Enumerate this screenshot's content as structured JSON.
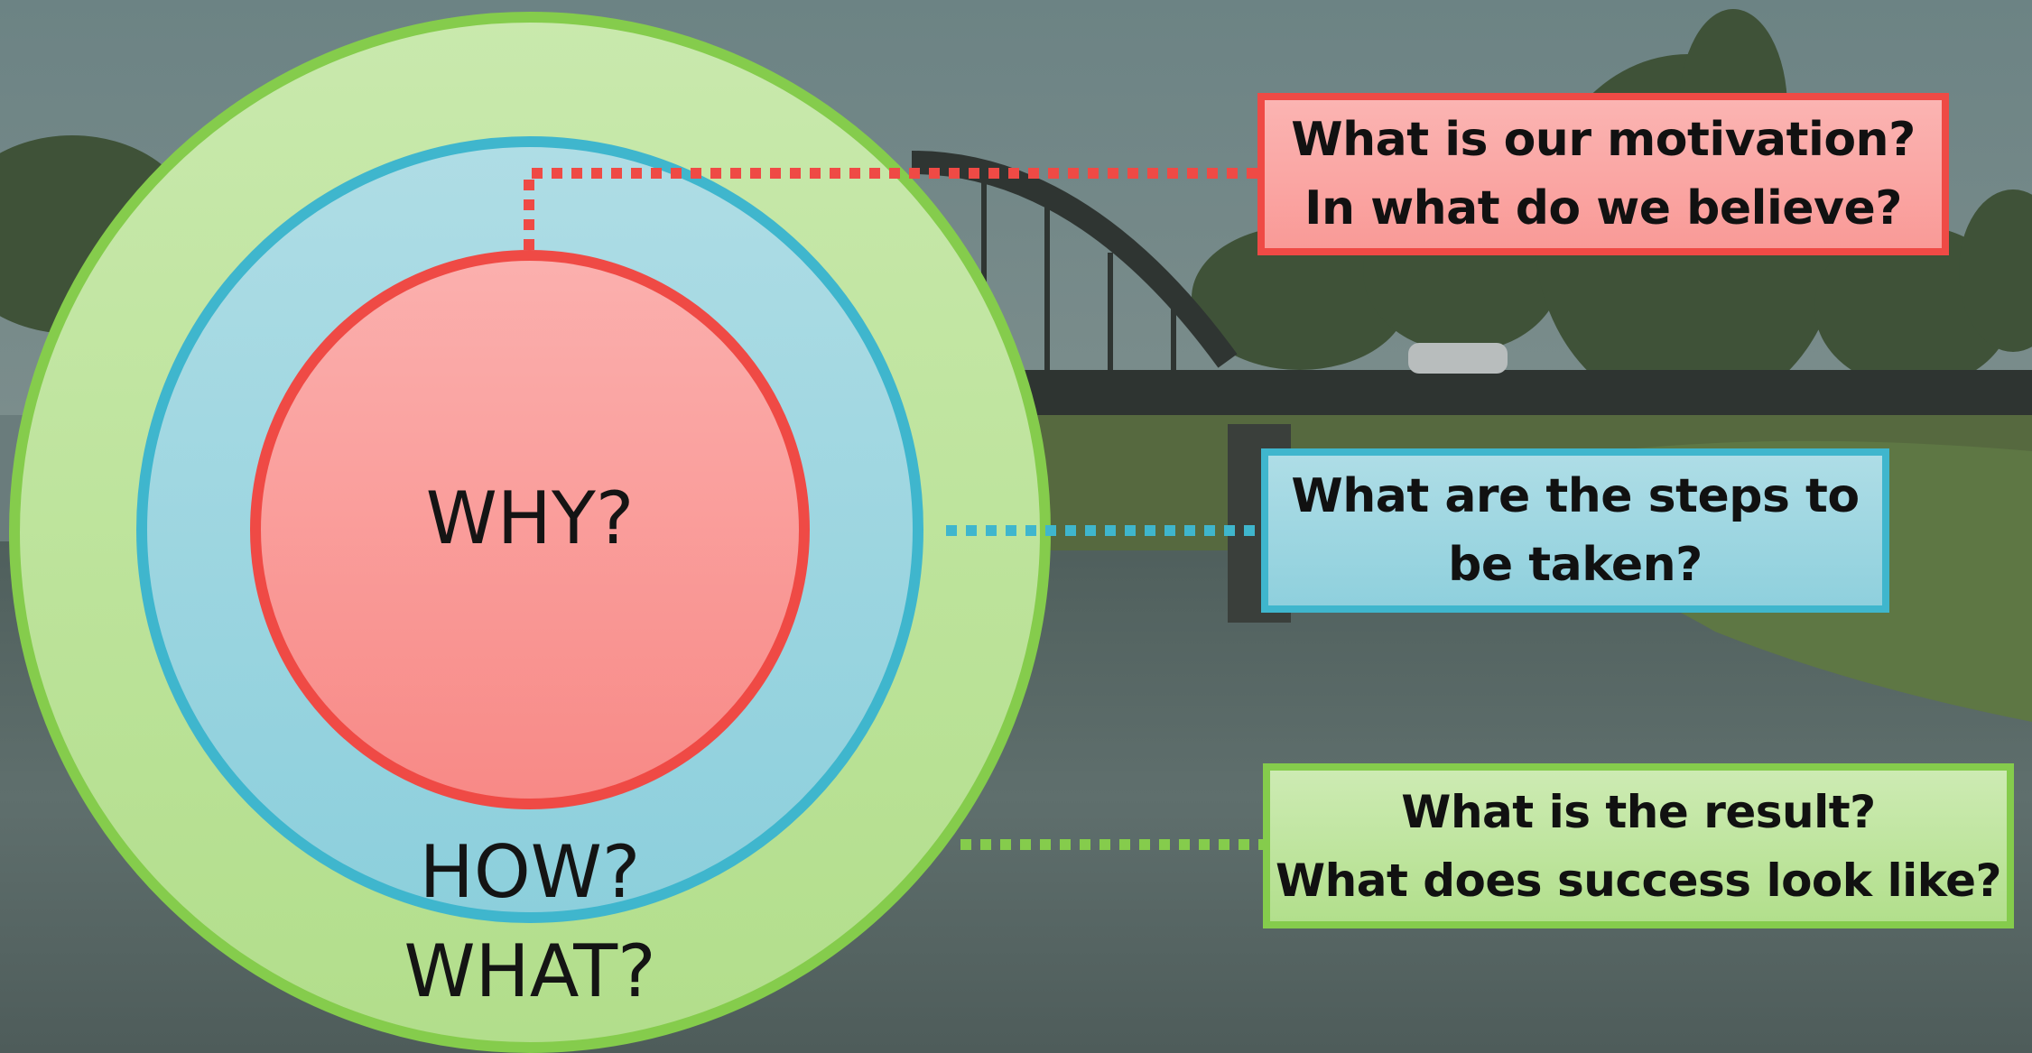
{
  "diagram": {
    "rings": {
      "inner": {
        "label": "WHY?",
        "fill": "#f9a09c",
        "stroke": "#ef4a45"
      },
      "middle": {
        "label": "HOW?",
        "fill": "#9fd6e1",
        "stroke": "#3fb6cd"
      },
      "outer": {
        "label": "WHAT?",
        "fill": "#bfe6a0",
        "stroke": "#85cc4c"
      }
    },
    "callouts": {
      "why": {
        "line1": "What is our motivation?",
        "line2": "In what do we believe?",
        "border_color": "#ef4a45"
      },
      "how": {
        "line1": "What are the steps to",
        "line2": "be taken?",
        "border_color": "#3fb6cd"
      },
      "what": {
        "line1": "What is the result?",
        "line2": "What does success look like?",
        "border_color": "#85cc4c"
      }
    }
  }
}
